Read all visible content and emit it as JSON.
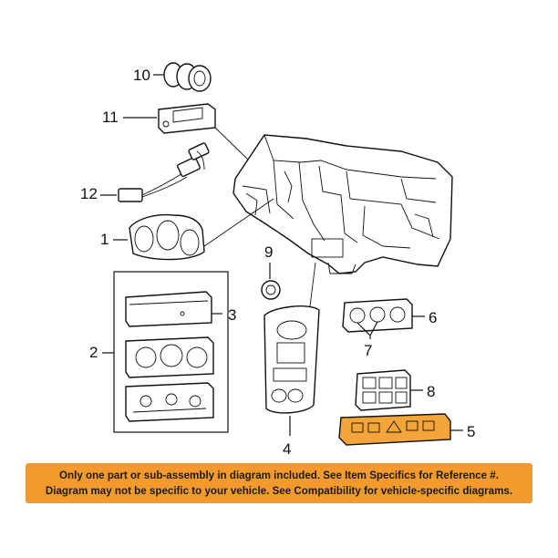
{
  "callouts": {
    "c1": "1",
    "c2": "2",
    "c3": "3",
    "c4": "4",
    "c5": "5",
    "c6": "6",
    "c7": "7",
    "c8": "8",
    "c9": "9",
    "c10": "10",
    "c11": "11",
    "c12": "12"
  },
  "banner": {
    "line1": "Only one part or sub-assembly in diagram included. See Item Specifics for Reference #.",
    "line2": "Diagram may not be specific to your vehicle. See Compatibility for vehicle-specific diagrams."
  },
  "colors": {
    "banner_bg": "#f39a2c",
    "line": "#111111",
    "part5_fill": "#f3a53a"
  }
}
